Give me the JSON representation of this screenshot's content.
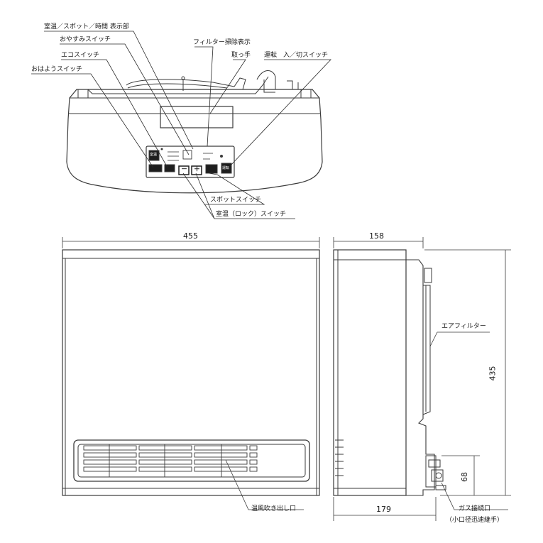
{
  "callouts": {
    "display": "室温／スポット／時間 表示部",
    "sleep_switch": "おやすみスイッチ",
    "eco_switch": "エコスイッチ",
    "morning_switch": "おはようスイッチ",
    "filter_indicator": "フィルター掃除表示",
    "handle": "取っ手",
    "power_switch": "運転　入／切スイッチ",
    "spot_switch": "スポットスイッチ",
    "temp_lock_switch": "室温（ロック）スイッチ",
    "air_filter": "エアフィルター",
    "outlet": "温風吹き出し口",
    "gas_connection": "ガス接続口",
    "gas_connection_note": "（小口径迅速継手）"
  },
  "panel_labels": {
    "temp_button": "室温",
    "minus": "－",
    "plus": "＋",
    "run_button": "運転"
  },
  "dimensions": {
    "front_width": "455",
    "side_depth": "158",
    "height": "435",
    "gas_height": "68",
    "bottom_depth": "179"
  }
}
